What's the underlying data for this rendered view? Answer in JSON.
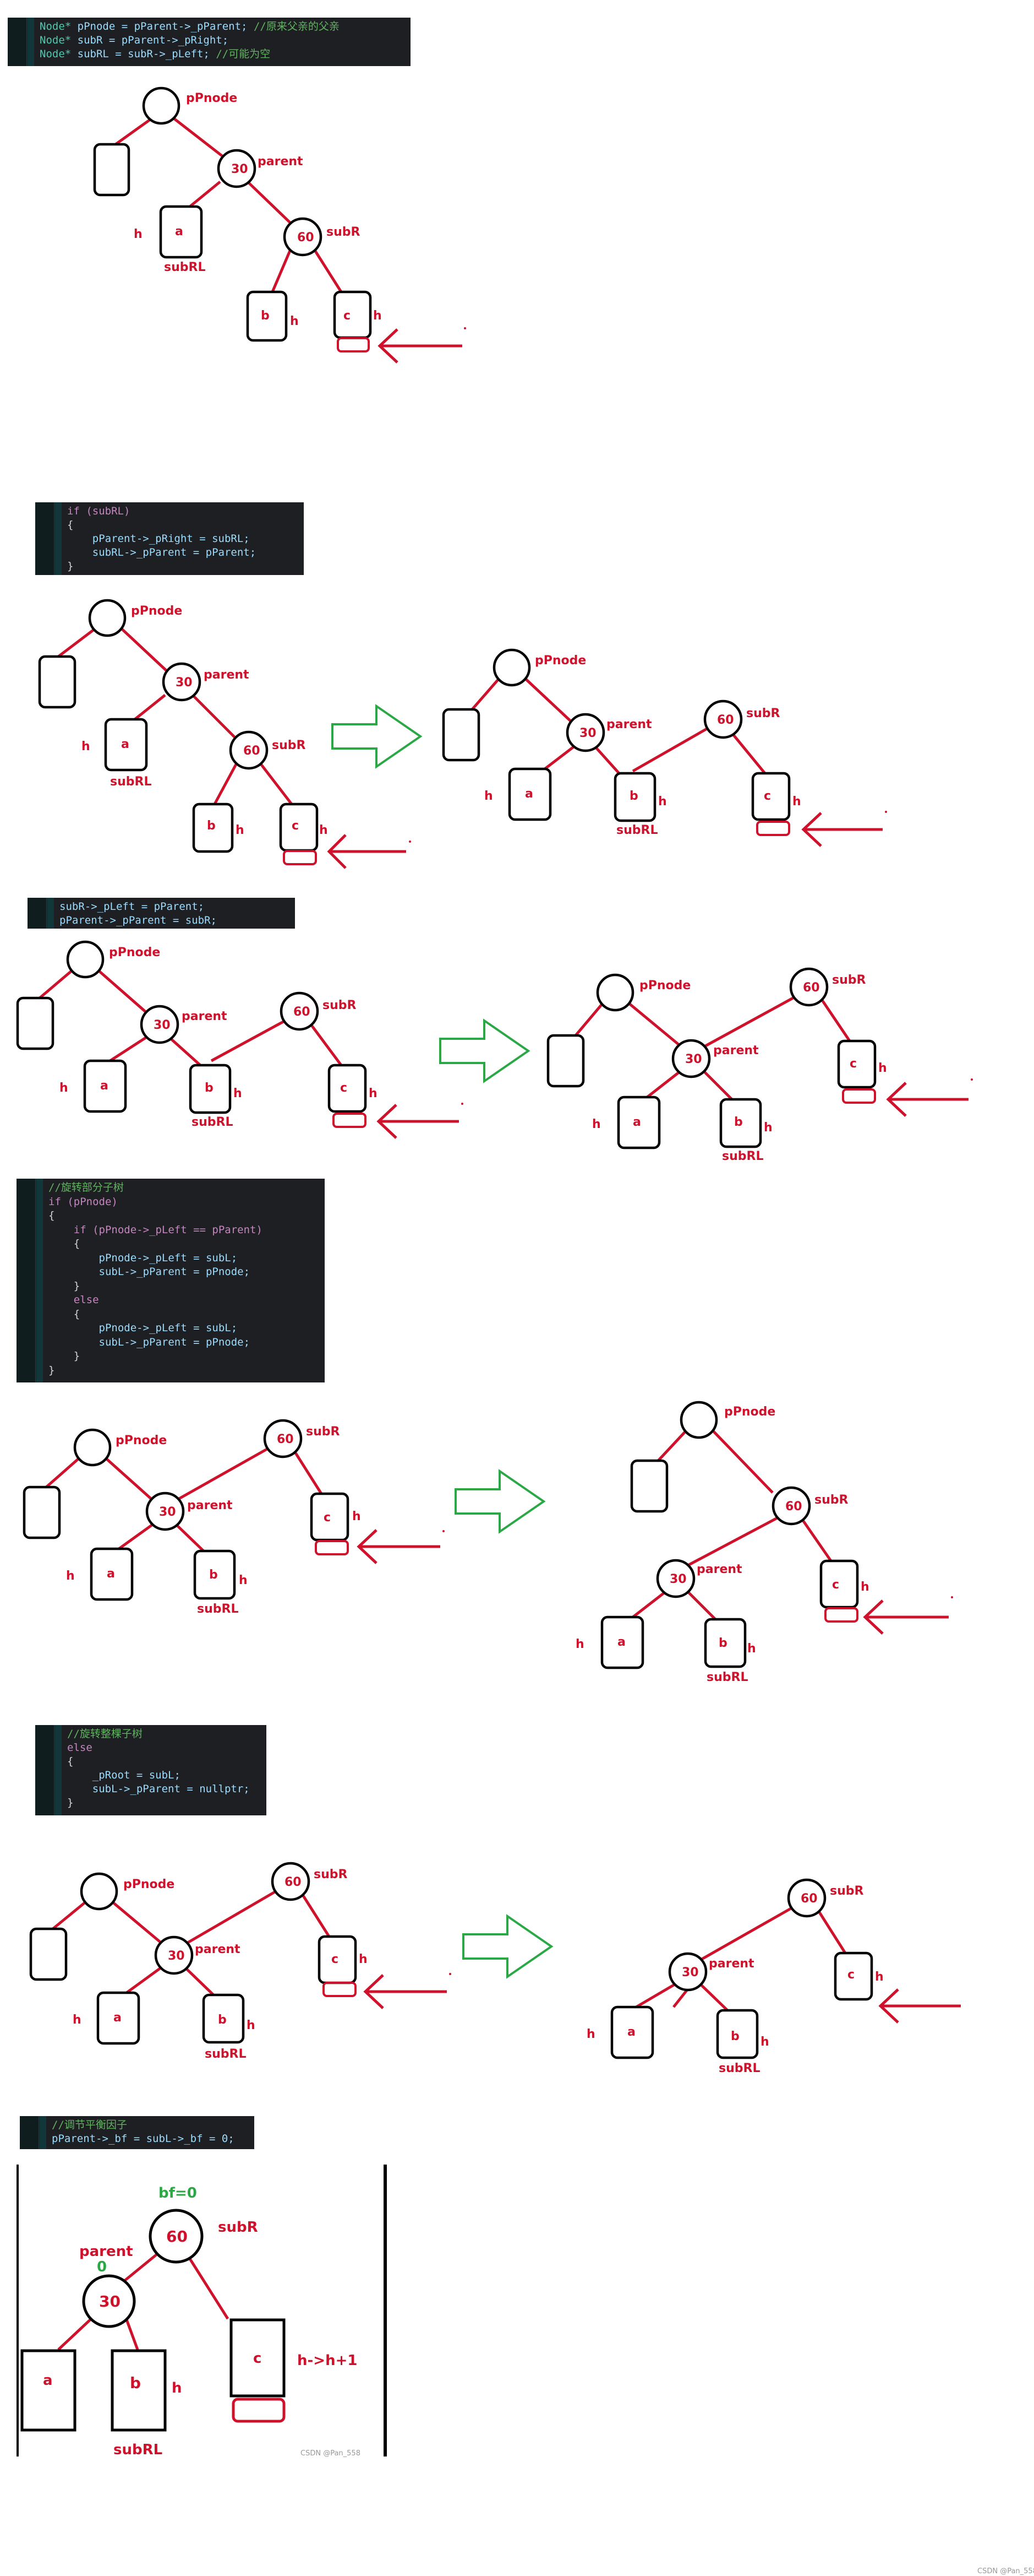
{
  "code_blocks": {
    "b1": {
      "line1_type": "Node*",
      "line1_code": " pPnode = pParent->_pParent; ",
      "line1_comment": "//原来父亲的父亲",
      "line2_type": "Node*",
      "line2_code": " subR = pParent->_pRight;",
      "line3_type": "Node*",
      "line3_code": " subRL = subR->_pLeft; ",
      "line3_comment": "//可能为空"
    },
    "b2": {
      "line1": "if (subRL)",
      "line2": "{",
      "line3": "    pParent->_pRight = subRL;",
      "line4": "    subRL->_pParent = pParent;",
      "line5": "}"
    },
    "b3": {
      "line1": "subR->_pLeft = pParent;",
      "line2": "pParent->_pParent = subR;"
    },
    "b4": {
      "line1": "//旋转部分子树",
      "line2": "if (pPnode)",
      "line3": "{",
      "line4": "    if (pPnode->_pLeft == pParent)",
      "line5": "    {",
      "line6": "        pPnode->_pLeft = subL;",
      "line7": "        subL->_pParent = pPnode;",
      "line8": "    }",
      "line9": "    else",
      "line10": "    {",
      "line11": "        pPnode->_pLeft = subL;",
      "line12": "        subL->_pParent = pPnode;",
      "line13": "    }",
      "line14": "}"
    },
    "b5": {
      "line1": "//旋转整棵子树",
      "line2": "else",
      "line3": "{",
      "line4": "    _pRoot = subL;",
      "line5": "    subL->_pParent = nullptr;",
      "line6": "}"
    },
    "b6": {
      "line1": "//调节平衡因子",
      "line2": "pParent->_bf = subL->_bf = 0;"
    }
  },
  "labels": {
    "pPnode": "pPnode",
    "parent": "parent",
    "subR": "subR",
    "subRL": "subRL",
    "n30": "30",
    "n60": "60",
    "a": "a",
    "b": "b",
    "c": "c",
    "h": "h",
    "bf0": "bf=0",
    "zero": "0",
    "h_growth": "h->h+1"
  },
  "watermarks": {
    "inner": "CSDN @Pan_558",
    "page": "CSDN @Pan_558"
  },
  "colors": {
    "red": "#d0112b",
    "green": "#29a845",
    "code_bg": "#1e1f22"
  }
}
